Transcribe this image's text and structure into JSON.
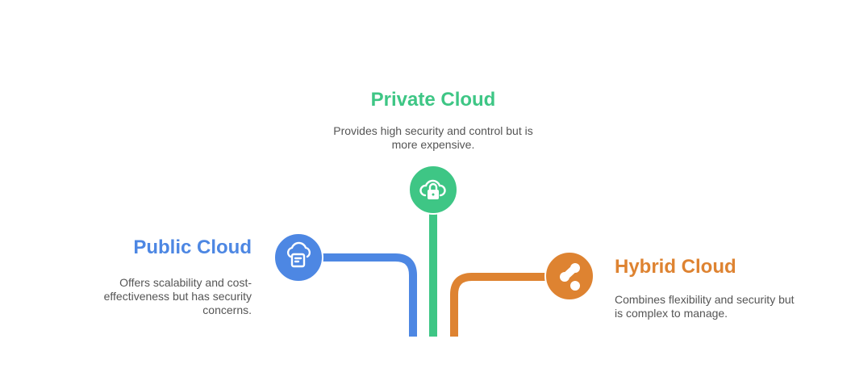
{
  "colors": {
    "public": "#4d87e3",
    "private": "#3ec685",
    "hybrid": "#de8331"
  },
  "public": {
    "title": "Public Cloud",
    "description": "Offers scalability and cost-effectiveness but has security concerns.",
    "icon": "cloud-document-icon"
  },
  "private": {
    "title": "Private Cloud",
    "description": "Provides high security and control but is more expensive.",
    "icon": "cloud-lock-icon"
  },
  "hybrid": {
    "title": "Hybrid Cloud",
    "description": "Combines flexibility and security but is complex to manage.",
    "icon": "connected-nodes-icon"
  }
}
